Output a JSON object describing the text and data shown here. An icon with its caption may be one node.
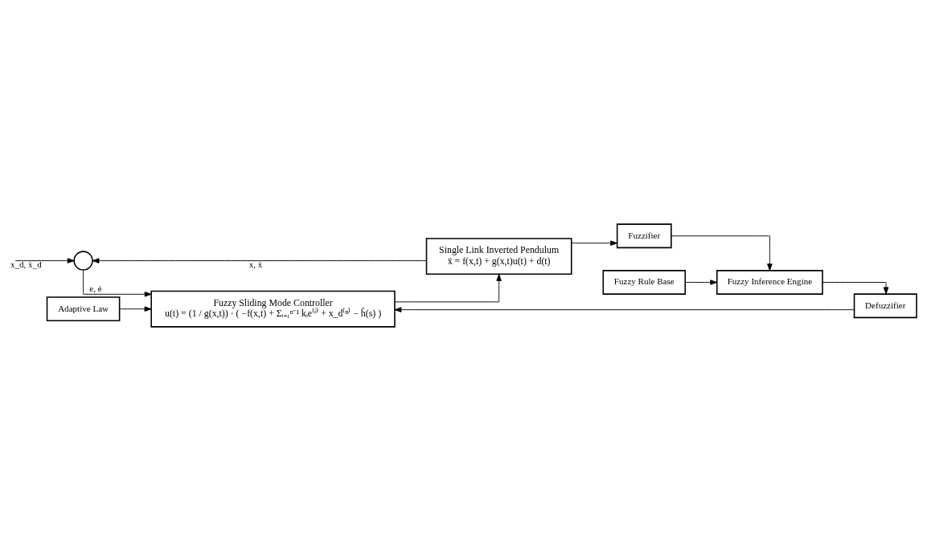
{
  "diagram": {
    "nodes": [
      {
        "text": [],
        "shape": "circle"
      },
      {
        "text": [
          "Fuzzy Sliding Mode Controller",
          "u(t) = (1 / g(x,t)) · ( −f(x,t) + Σᵢ₌₁ⁿ⁻¹ kᵢe⁽ⁱ⁾ + x_d⁽ⁿ⁾ − ĥ(s) )"
        ]
      },
      {
        "text": [
          "Single Link Inverted Pendulum",
          "ẍ = f(x,t) + g(x,t)u(t) + d(t)"
        ]
      },
      {
        "text": [
          "Adaptive Law"
        ]
      },
      {
        "text": [
          "Fuzzy Rule Base"
        ]
      },
      {
        "text": [
          "Fuzzifier"
        ]
      },
      {
        "text": [
          "Defuzzifier"
        ]
      },
      {
        "text": [
          "Fuzzy Inference Engine"
        ]
      }
    ],
    "edges": [
      {
        "from": null,
        "to": 0,
        "arrow": "to",
        "label": "x_d, ẋ_d"
      },
      {
        "from": 0,
        "to": 1,
        "arrow": "to",
        "label": "e, ė"
      },
      {
        "from": 1,
        "to": 2,
        "arrow": "to"
      },
      {
        "from": 2,
        "to": 0,
        "arrow": "to",
        "label": "x, ẋ"
      },
      {
        "from": 2,
        "to": 5,
        "arrow": "to"
      },
      {
        "from": 3,
        "to": 1,
        "arrow": "to"
      },
      {
        "from": 6,
        "to": 1,
        "arrow": "to"
      },
      {
        "from": 4,
        "to": 7,
        "arrow": "to"
      },
      {
        "from": 5,
        "to": 7,
        "arrow": "to"
      },
      {
        "from": 7,
        "to": 6,
        "arrow": "to"
      }
    ]
  }
}
